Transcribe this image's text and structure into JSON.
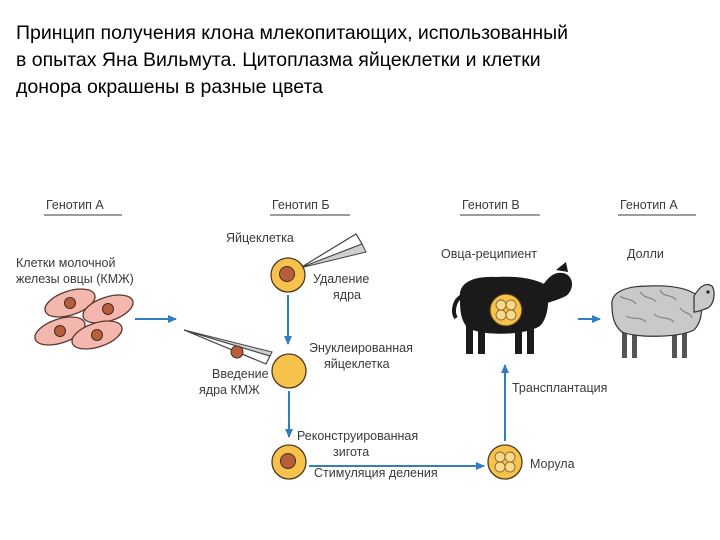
{
  "title": {
    "line1": "Принцип получения клона млекопитающих, использованный",
    "line2": "в опытах Яна Вильмута. Цитоплазма яйцеклетки и клетки",
    "line3": "донора окрашены в разные цвета"
  },
  "genotypes": {
    "a_left": "Генотип А",
    "b": "Генотип Б",
    "v": "Генотип В",
    "a_right": "Генотип А"
  },
  "labels": {
    "donor_cells_1": "Клетки молочной",
    "donor_cells_2": "железы овцы (КМЖ)",
    "egg_cell": "Яйцеклетка",
    "nucleus_removal_1": "Удаление",
    "nucleus_removal_2": "ядра",
    "enucleated_1": "Энуклеированная",
    "enucleated_2": "яйцеклетка",
    "injection_1": "Введение",
    "injection_2": "ядра КМЖ",
    "reconstructed_1": "Реконструированная",
    "reconstructed_2": "зигота",
    "stimulation": "Стимуляция деления",
    "morula": "Морула",
    "transplantation": "Трансплантация",
    "recipient": "Овца-реципиент",
    "dolly": "Долли"
  },
  "colors": {
    "egg_cytoplasm": "#f7c24b",
    "donor_cytoplasm": "#f3b7ae",
    "nucleus": "#b5603b",
    "arrow": "#2f7fc0",
    "recipient_sheep": "#1a1a1a",
    "dolly_sheep": "#c9c9c9"
  },
  "icons": [
    "pipette-icon",
    "sheep-icon",
    "cell-icon",
    "arrow-icon"
  ]
}
